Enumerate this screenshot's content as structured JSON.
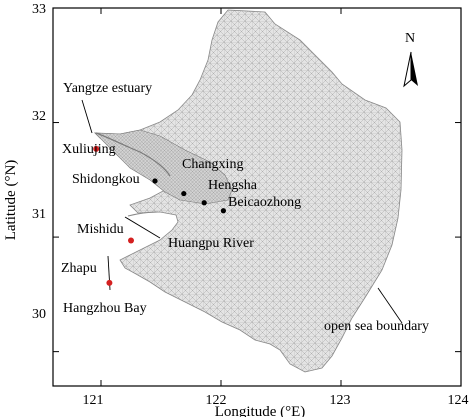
{
  "axes": {
    "x_label": "Longitude (°E)",
    "y_label": "Latitude (°N)",
    "x_ticks": [
      "121",
      "122",
      "123",
      "124"
    ],
    "y_ticks": [
      "33",
      "32",
      "31",
      "30"
    ],
    "x_range": [
      120.6,
      124.0
    ],
    "y_range": [
      29.7,
      33.0
    ]
  },
  "north_arrow": {
    "label": "N"
  },
  "locations": [
    {
      "id": "xuliujing",
      "label": "Xuliujing",
      "lon": 120.96,
      "lat": 31.77,
      "marker": "red"
    },
    {
      "id": "shidongkou",
      "label": "Shidongkou",
      "lon": 121.45,
      "lat": 31.49,
      "marker": "black"
    },
    {
      "id": "changxing",
      "label": "Changxing",
      "lon": 121.69,
      "lat": 31.38,
      "marker": "black"
    },
    {
      "id": "hengsha",
      "label": "Hengsha",
      "lon": 121.86,
      "lat": 31.3,
      "marker": "black"
    },
    {
      "id": "beicaozhong",
      "label": "Beicaozhong",
      "lon": 122.02,
      "lat": 31.23,
      "marker": "black"
    },
    {
      "id": "mishidu",
      "label": "Mishidu",
      "lon": 121.25,
      "lat": 30.97,
      "marker": "red"
    },
    {
      "id": "zhapu",
      "label": "Zhapu",
      "lon": 121.07,
      "lat": 30.6,
      "marker": "red"
    }
  ],
  "annotations": [
    {
      "id": "yangtze-estuary",
      "label": "Yangtze estuary"
    },
    {
      "id": "huangpu-river",
      "label": "Huangpu River"
    },
    {
      "id": "hangzhou-bay",
      "label": "Hangzhou Bay"
    },
    {
      "id": "open-sea-boundary",
      "label": "open sea boundary"
    }
  ],
  "colors": {
    "mesh": "#9a9a9a",
    "mesh_fill": "#e4e4e4",
    "red_marker": "#d42020",
    "black_marker": "#000000",
    "axes": "#000000"
  }
}
